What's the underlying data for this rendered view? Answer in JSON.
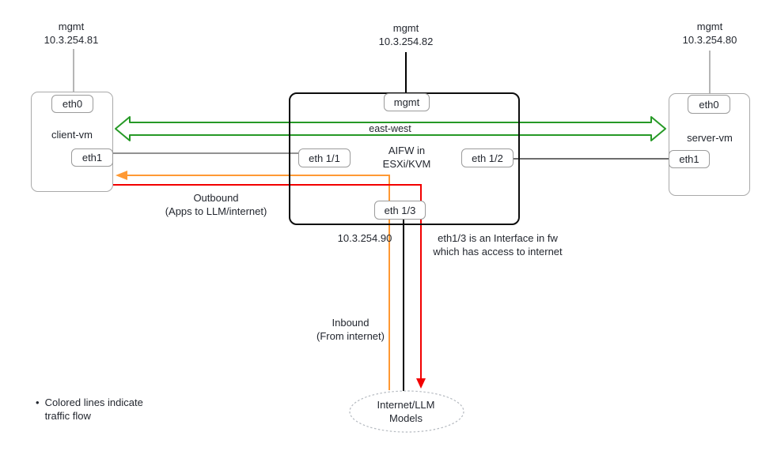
{
  "colors": {
    "green": "#269926",
    "orange": "#ff9933",
    "red": "#f20000"
  },
  "mgmt_labels": {
    "client": {
      "title": "mgmt",
      "ip": "10.3.254.81"
    },
    "firewall": {
      "title": "mgmt",
      "ip": "10.3.254.82"
    },
    "server": {
      "title": "mgmt",
      "ip": "10.3.254.80"
    }
  },
  "client_vm": {
    "name": "client-vm",
    "eth0": "eth0",
    "eth1": "eth1"
  },
  "server_vm": {
    "name": "server-vm",
    "eth0": "eth0",
    "eth1": "eth1"
  },
  "firewall": {
    "name_line1": "AIFW in",
    "name_line2": "ESXi/KVM",
    "mgmt_port": "mgmt",
    "port1": "eth 1/1",
    "port2": "eth 1/2",
    "port3": "eth 1/3",
    "port3_ip": "10.3.254.90"
  },
  "flows": {
    "east_west": "east-west",
    "outbound_title": "Outbound",
    "outbound_subtitle": "(Apps to LLM/internet)",
    "inbound_title": "Inbound",
    "inbound_subtitle": "(From internet)"
  },
  "notes": {
    "eth13_line1": "eth1/3 is an Interface in fw",
    "eth13_line2": "which has access to internet",
    "legend_bullet": "•",
    "legend_line1": "Colored lines indicate",
    "legend_line2": "traffic flow"
  },
  "internet_node": {
    "line1": "Internet/LLM",
    "line2": "Models"
  }
}
